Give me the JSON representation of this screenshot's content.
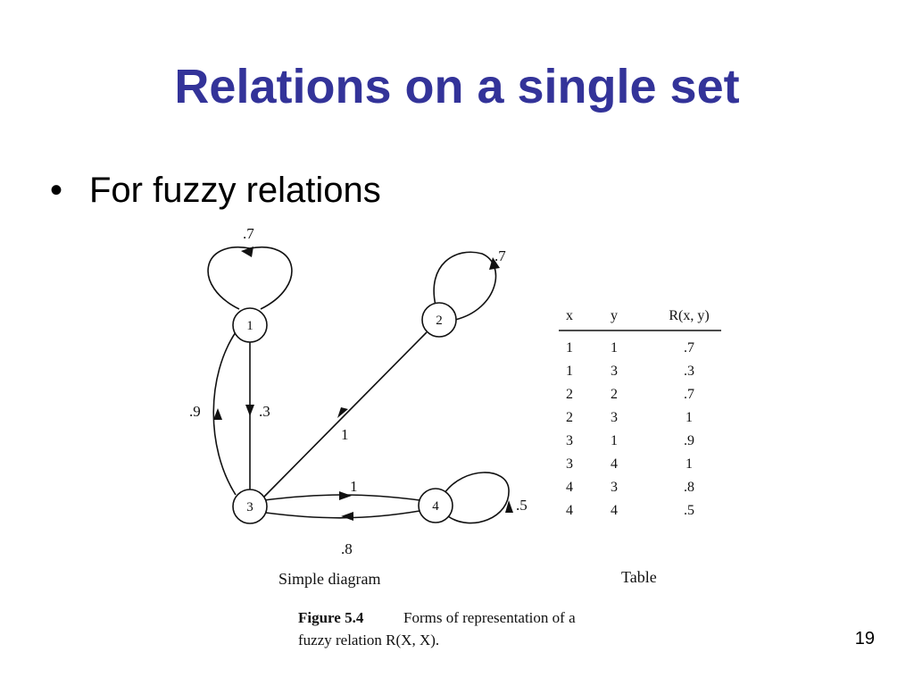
{
  "slide": {
    "title": "Relations on a single set",
    "bullet_symbol": "•",
    "bullet": "For fuzzy relations",
    "page_number": "19"
  },
  "figure": {
    "diagram_caption": "Simple diagram",
    "table_caption": "Table",
    "caption_label": "Figure 5.4",
    "caption_text_line1": "Forms of representation of a",
    "caption_text_line2": "fuzzy relation R(X, X)."
  },
  "diagram": {
    "nodes": [
      {
        "id": "1",
        "label": "1"
      },
      {
        "id": "2",
        "label": "2"
      },
      {
        "id": "3",
        "label": "3"
      },
      {
        "id": "4",
        "label": "4"
      }
    ],
    "edges": [
      {
        "from": "1",
        "to": "1",
        "weight": ".7"
      },
      {
        "from": "2",
        "to": "2",
        "weight": ".7"
      },
      {
        "from": "1",
        "to": "3",
        "weight": ".3"
      },
      {
        "from": "3",
        "to": "1",
        "weight": ".9"
      },
      {
        "from": "2",
        "to": "3",
        "weight": "1"
      },
      {
        "from": "3",
        "to": "4",
        "weight": "1"
      },
      {
        "from": "4",
        "to": "3",
        "weight": ".8"
      },
      {
        "from": "4",
        "to": "4",
        "weight": ".5"
      }
    ]
  },
  "table": {
    "headers": [
      "x",
      "y",
      "R(x, y)"
    ],
    "rows": [
      [
        "1",
        "1",
        ".7"
      ],
      [
        "1",
        "3",
        ".3"
      ],
      [
        "2",
        "2",
        ".7"
      ],
      [
        "2",
        "3",
        "1"
      ],
      [
        "3",
        "1",
        ".9"
      ],
      [
        "3",
        "4",
        "1"
      ],
      [
        "4",
        "3",
        ".8"
      ],
      [
        "4",
        "4",
        ".5"
      ]
    ]
  },
  "colors": {
    "title": "#333399",
    "ink": "#111111"
  }
}
